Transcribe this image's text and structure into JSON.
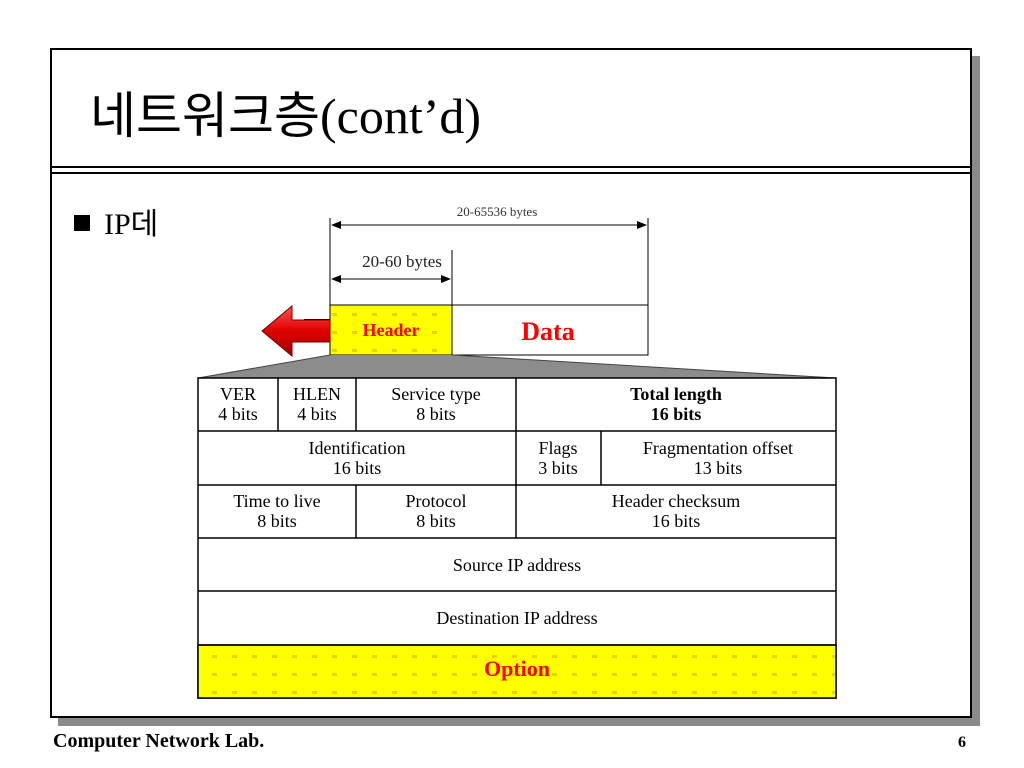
{
  "slide": {
    "title": "네트워크층(cont’d)",
    "bullet": "IP데",
    "footer_left": "Computer Network Lab.",
    "page_number": "6"
  },
  "diagram": {
    "total_range_label": "20-65536 bytes",
    "header_range_label": "20-60 bytes",
    "header_label": "Header",
    "data_label": "Data",
    "fields": {
      "ver": {
        "line1": "VER",
        "line2": "4 bits"
      },
      "hlen": {
        "line1": "HLEN",
        "line2": "4 bits"
      },
      "service_type": {
        "line1": "Service type",
        "line2": "8 bits"
      },
      "total_length": {
        "line1": "Total length",
        "line2": "16 bits"
      },
      "identification": {
        "line1": "Identification",
        "line2": "16 bits"
      },
      "flags": {
        "line1": "Flags",
        "line2": "3 bits"
      },
      "fragmentation_offset": {
        "line1": "Fragmentation offset",
        "line2": "13 bits"
      },
      "time_to_live": {
        "line1": "Time to live",
        "line2": "8 bits"
      },
      "protocol": {
        "line1": "Protocol",
        "line2": "8 bits"
      },
      "header_checksum": {
        "line1": "Header checksum",
        "line2": "16 bits"
      },
      "source_ip": {
        "line1": "Source IP address"
      },
      "destination_ip": {
        "line1": "Destination IP address"
      },
      "option": {
        "line1": "Option"
      }
    },
    "colors": {
      "highlight_yellow": "#ffff00",
      "label_red": "#ff0000",
      "arrow_red": "#e80000",
      "funnel_gray": "#8c8c8c"
    }
  }
}
